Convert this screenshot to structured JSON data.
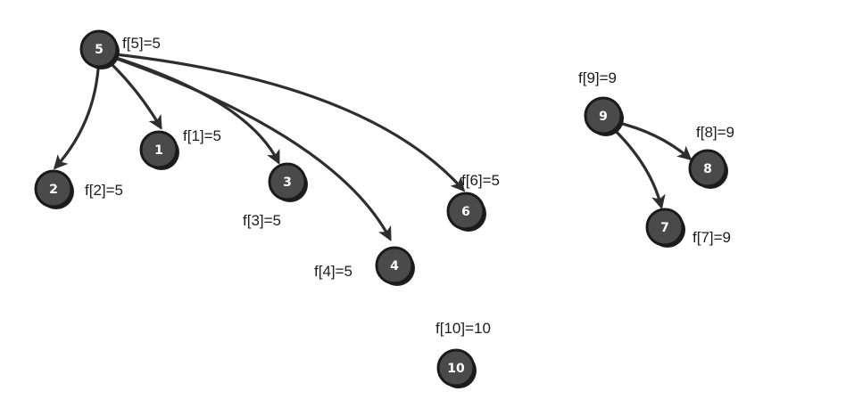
{
  "diagram": {
    "nodes": [
      {
        "id": "5",
        "label": "5",
        "annotation": "f[5]=5"
      },
      {
        "id": "1",
        "label": "1",
        "annotation": "f[1]=5"
      },
      {
        "id": "2",
        "label": "2",
        "annotation": "f[2]=5"
      },
      {
        "id": "3",
        "label": "3",
        "annotation": "f[3]=5"
      },
      {
        "id": "4",
        "label": "4",
        "annotation": "f[4]=5"
      },
      {
        "id": "6",
        "label": "6",
        "annotation": "f[6]=5"
      },
      {
        "id": "9",
        "label": "9",
        "annotation": "f[9]=9"
      },
      {
        "id": "8",
        "label": "8",
        "annotation": "f[8]=9"
      },
      {
        "id": "7",
        "label": "7",
        "annotation": "f[7]=9"
      },
      {
        "id": "10",
        "label": "10",
        "annotation": "f[10]=10"
      }
    ],
    "edges": [
      {
        "from": "5",
        "to": "2"
      },
      {
        "from": "5",
        "to": "1"
      },
      {
        "from": "5",
        "to": "3"
      },
      {
        "from": "5",
        "to": "4"
      },
      {
        "from": "5",
        "to": "6"
      },
      {
        "from": "9",
        "to": "8"
      },
      {
        "from": "9",
        "to": "7"
      }
    ],
    "colors": {
      "node_fill": "#4a4a4a",
      "node_stroke": "#1a1a1a",
      "edge": "#2e2e2e",
      "label_text": "#1c1c1c",
      "node_text": "#ffffff"
    }
  }
}
